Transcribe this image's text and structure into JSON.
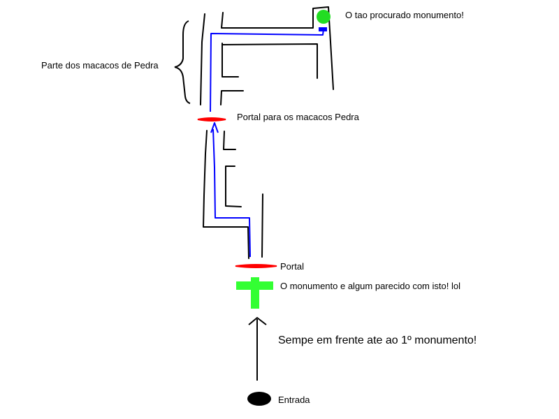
{
  "labels": {
    "goal": "O tao procurado monumento!",
    "monkeys_area": "Parte dos macacos de Pedra",
    "monkey_portal": "Portal para os macacos Pedra",
    "portal": "Portal",
    "monument": "O monumento e algum parecido com isto! lol",
    "instruction": "Sempe em frente ate ao 1º monumento!",
    "entrance": "Entrada"
  },
  "colors": {
    "walls": "#000000",
    "path": "#0000ff",
    "portal": "#ff0000",
    "monument": "#33ff33",
    "goal": "#22dd22",
    "entrance": "#000000"
  }
}
